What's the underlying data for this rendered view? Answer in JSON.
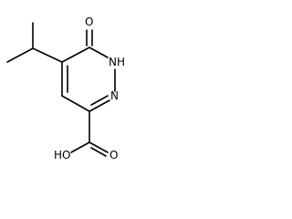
{
  "molecule": {
    "atoms": {
      "carbonyl_oxygen": "O",
      "ring_nh": "NH",
      "ring_n": "N",
      "hydroxyl": "HO",
      "acid_oxygen": "O"
    }
  }
}
